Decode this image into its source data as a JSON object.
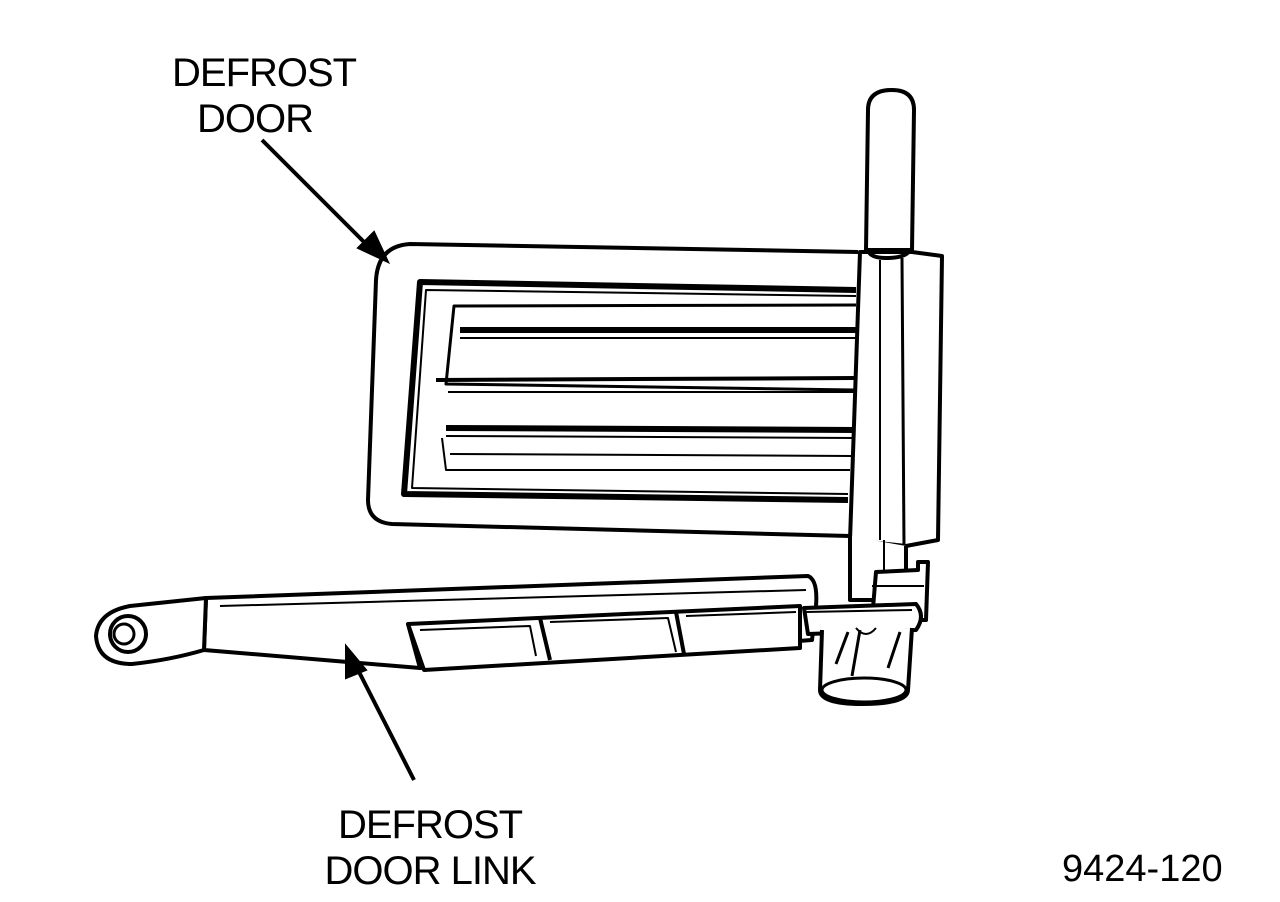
{
  "labels": {
    "defrost_door": [
      "DEFROST",
      "DOOR"
    ],
    "defrost_door_link": [
      "DEFROST",
      "DOOR LINK"
    ]
  },
  "figure_number": "9424-120",
  "colors": {
    "ink": "#000000",
    "paper": "#ffffff",
    "shade": "#a8a8a8"
  }
}
